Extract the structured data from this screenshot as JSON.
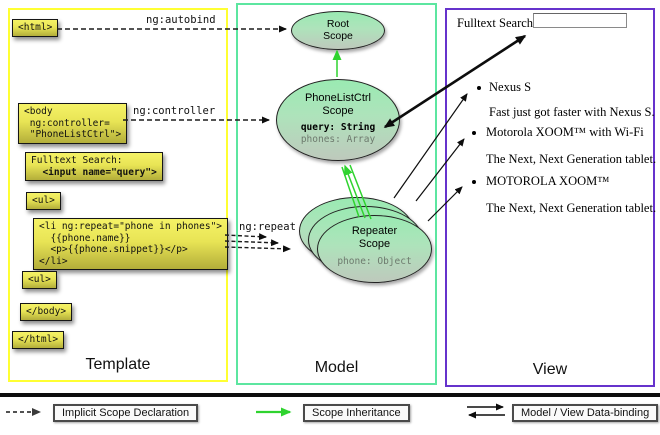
{
  "colors": {
    "template_border": "#ffff33",
    "model_border": "#5ce6a0",
    "view_border": "#6633cc",
    "code_yellow_top": "#f5f266",
    "code_yellow_bottom": "#b3ae3a",
    "arrow_green": "#2fd32f",
    "scope_fill": "#9aeab2"
  },
  "columns": {
    "template_label": "Template",
    "model_label": "Model",
    "view_label": "View"
  },
  "arrow_labels": {
    "autobind": "ng:autobind",
    "controller": "ng:controller",
    "repeat": "ng:repeat"
  },
  "template_code": {
    "html_open": "<html>",
    "body_open": "<body\n ng:controller=\n \"PhoneListCtrl\">",
    "fulltext_line1": "Fulltext Search:",
    "fulltext_line2": "  <input name=\"query\">",
    "ul_open": "<ul>",
    "li_repeat": "<li ng:repeat=\"phone in phones\">\n  {{phone.name}}\n  <p>{{phone.snippet}}</p>\n</li>",
    "ul_close": "<ul>",
    "body_close": "</body>",
    "html_close": "</html>"
  },
  "model": {
    "root_scope_title": "Root\nScope",
    "phonelist_title": "PhoneListCtrl\nScope",
    "phonelist_query": "query: String",
    "phonelist_phones": "phones: Array",
    "repeater_title": "Repeater\nScope",
    "repeater_phone": "phone: Object"
  },
  "view": {
    "search_label": "Fulltext Search:",
    "search_value": "",
    "items": [
      {
        "name": "Nexus S",
        "snippet": "Fast just got faster with Nexus S."
      },
      {
        "name": "Motorola XOOM™ with Wi-Fi",
        "snippet": "The Next, Next Generation tablet."
      },
      {
        "name": "MOTOROLA XOOM™",
        "snippet": "The Next, Next Generation tablet."
      }
    ]
  },
  "legend": {
    "implicit": "Implicit Scope Declaration",
    "inheritance": "Scope Inheritance",
    "binding": "Model / View Data-binding"
  }
}
